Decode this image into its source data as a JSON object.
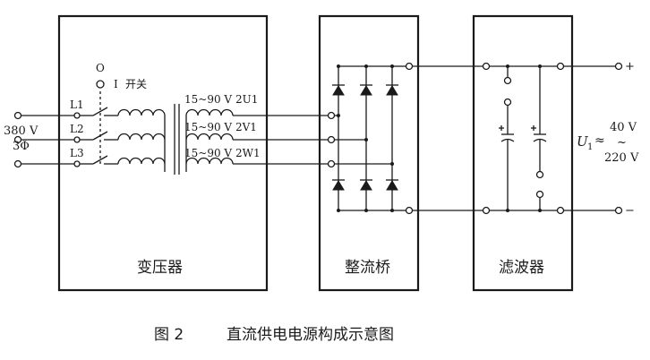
{
  "supply": {
    "voltage": "380 V",
    "phase": "3Φ",
    "lines": [
      "L1",
      "L2",
      "L3"
    ]
  },
  "switch": {
    "off_mark": "O",
    "on_mark": "I",
    "label": "开关"
  },
  "transformer": {
    "title": "变压器",
    "outputs": [
      {
        "range": "15~90 V",
        "terminal": "2U1"
      },
      {
        "range": "15~90 V",
        "terminal": "2V1"
      },
      {
        "range": "15~90 V",
        "terminal": "2W1"
      }
    ]
  },
  "rectifier": {
    "title": "整流桥"
  },
  "filter": {
    "title": "滤波器"
  },
  "output": {
    "plus": "+",
    "minus": "−",
    "symbol": "U",
    "subscript": "1",
    "approx": "≈",
    "tilde": "~",
    "high": "40 V",
    "low": "220 V"
  },
  "caption": {
    "number": "图 2",
    "text": "直流供电电源构成示意图"
  }
}
